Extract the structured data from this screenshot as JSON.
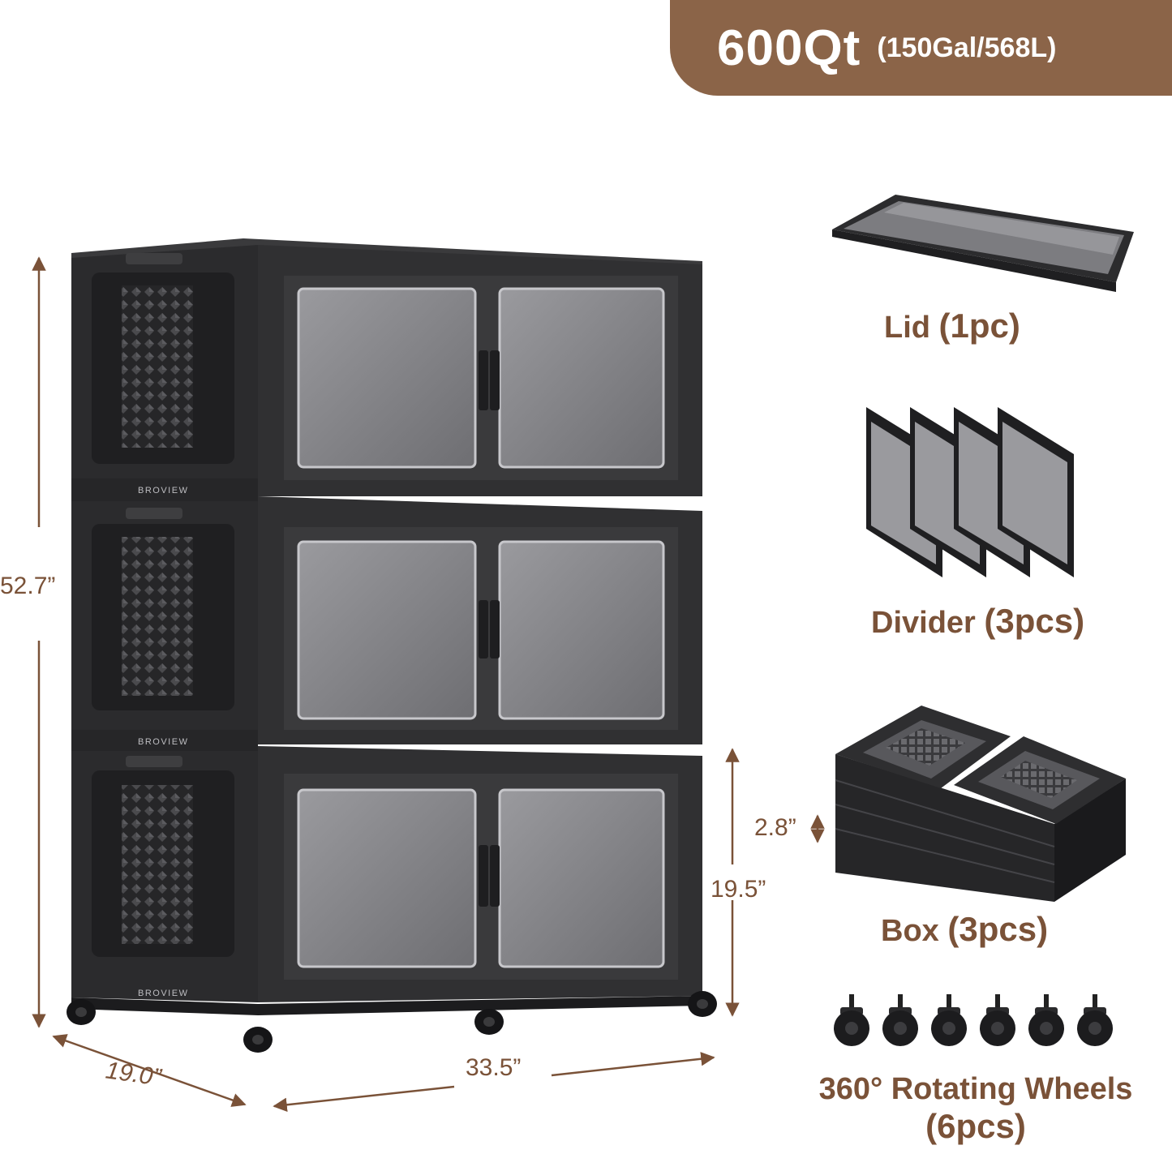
{
  "badge": {
    "capacity": "600Qt",
    "capacity_alt": "(150Gal/568L)"
  },
  "dimensions": {
    "height": "52.7”",
    "depth": "19.0”",
    "width": "33.5”",
    "box_height": "19.5”",
    "folded_height": "2.8”"
  },
  "brand": "BROVIEW",
  "parts": [
    {
      "name": "Lid",
      "qty": "(1pc)"
    },
    {
      "name": "Divider",
      "qty": "(3pcs)"
    },
    {
      "name": "Box",
      "qty": "(3pcs)"
    },
    {
      "name": "360° Rotating Wheels",
      "qty": "(6pcs)"
    }
  ],
  "colors": {
    "accent": "#8b6448",
    "text": "#7a5238",
    "cabinet": "#2c2c2e"
  }
}
